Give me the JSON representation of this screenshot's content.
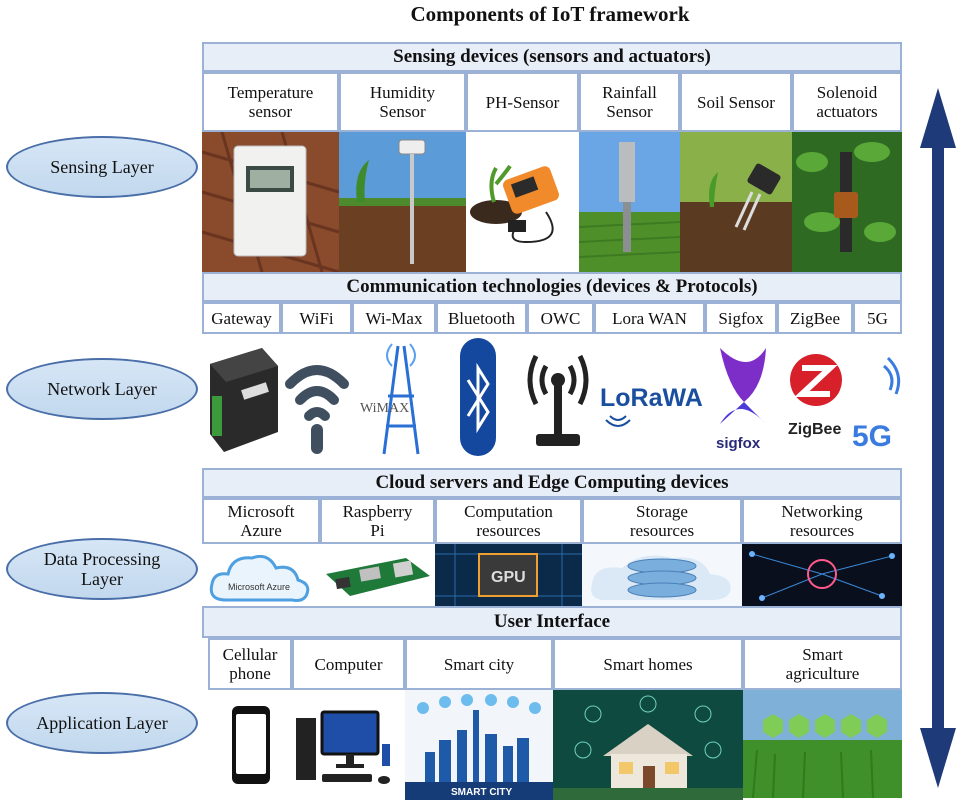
{
  "title": "Components of IoT framework",
  "layers": [
    "Sensing Layer",
    "Network Layer",
    "Data Processing\nLayer",
    "Application Layer"
  ],
  "sensing": {
    "header": "Sensing devices (sensors and actuators)",
    "items": [
      "Temperature\nsensor",
      "Humidity\nSensor",
      "PH-Sensor",
      "Rainfall\nSensor",
      "Soil Sensor",
      "Solenoid\nactuators"
    ]
  },
  "network": {
    "header": "Communication technologies (devices & Protocols)",
    "items": [
      "Gateway",
      "WiFi",
      "Wi-Max",
      "Bluetooth",
      "OWC",
      "Lora WAN",
      "Sigfox",
      "ZigBee",
      "5G"
    ],
    "logos": {
      "wimax": "WiMAX",
      "lorawan": "LoRaWAN",
      "sigfox": "sigfox",
      "zigbee": "ZigBee",
      "5g": "5G"
    }
  },
  "cloud": {
    "header": "Cloud servers and Edge Computing devices",
    "items": [
      "Microsoft\nAzure",
      "Raspberry\nPi",
      "Computation\nresources",
      "Storage\nresources",
      "Networking\nresources"
    ],
    "logos": {
      "azure": "Microsoft Azure",
      "gpu": "GPU"
    }
  },
  "ui": {
    "header": "User Interface",
    "items": [
      "Cellular\nphone",
      "Computer",
      "Smart city",
      "Smart homes",
      "Smart\nagriculture"
    ],
    "logos": {
      "smart_city": "SMART CITY"
    }
  },
  "colors": {
    "band": "#e8eef8",
    "border": "#9bb1d6",
    "arrow": "#1f3a78",
    "oval": "#c9dcef"
  }
}
